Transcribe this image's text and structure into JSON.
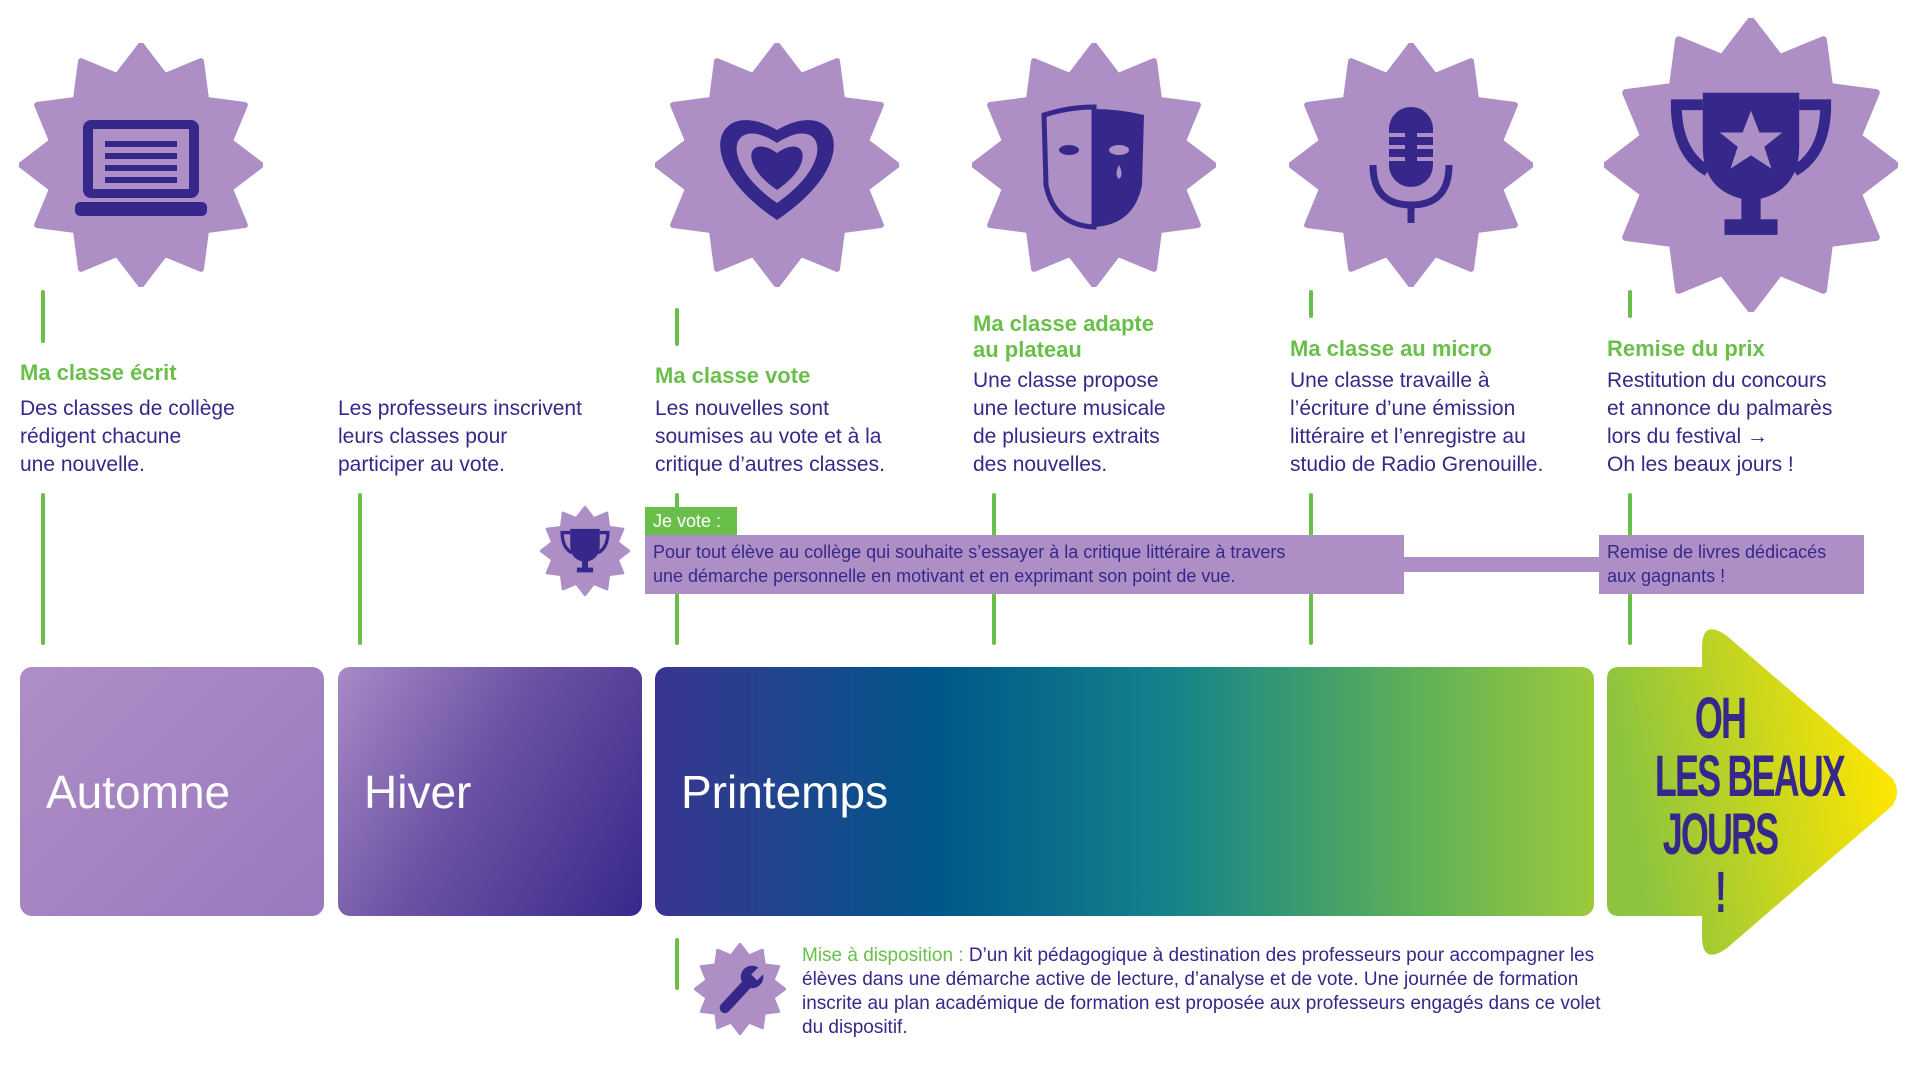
{
  "colors": {
    "purple": "#ad8fc6",
    "navy": "#35288a",
    "green": "#6abf4b"
  },
  "steps": [
    {
      "icon": "laptop-icon",
      "title": "Ma classe écrit",
      "text": "Des classes de collège\nrédigent chacune\nune nouvelle."
    },
    {
      "icon": "",
      "title": "",
      "text": "Les professeurs inscrivent\nleurs classes pour\nparticiper au vote."
    },
    {
      "icon": "heart-icon",
      "title": "Ma classe vote",
      "text": "Les nouvelles sont\nsoumises au vote et à la\ncritique d’autres classes."
    },
    {
      "icon": "theater-mask-icon",
      "title": "Ma classe adapte\nau plateau",
      "text": "Une classe propose\nune lecture musicale\nde plusieurs extraits\ndes nouvelles."
    },
    {
      "icon": "microphone-icon",
      "title": "Ma classe au micro",
      "text": "Une classe travaille à\nl’écriture d’une émission\nlittéraire et l’enregistre au\nstudio de Radio Grenouille."
    },
    {
      "icon": "trophy-icon",
      "title": "Remise du prix",
      "text": "Restitution du concours\net annonce du palmarès\nlors du festival →\nOh les beaux jours !"
    }
  ],
  "vote": {
    "label": "Je vote :",
    "text": "Pour tout élève au collège qui souhaite s’essayer à la critique littéraire à travers\nune démarche personnelle en motivant et en exprimant son point de vue.",
    "prize_text": "Remise de livres dédicacés\naux gagnants !"
  },
  "seasons": {
    "autumn": "Automne",
    "winter": "Hiver",
    "spring": "Printemps"
  },
  "festival": {
    "line1": "OH",
    "line2": "LES BEAUX",
    "line3": "JOURS !"
  },
  "kit": {
    "label": "Mise à disposition :",
    "text": " D’un kit pédagogique à destination des professeurs pour accompagner les élèves dans une démarche active de lecture, d’analyse et de vote. Une journée de formation inscrite au plan académique de formation est proposée aux professeurs engagés dans ce volet du dispositif."
  }
}
